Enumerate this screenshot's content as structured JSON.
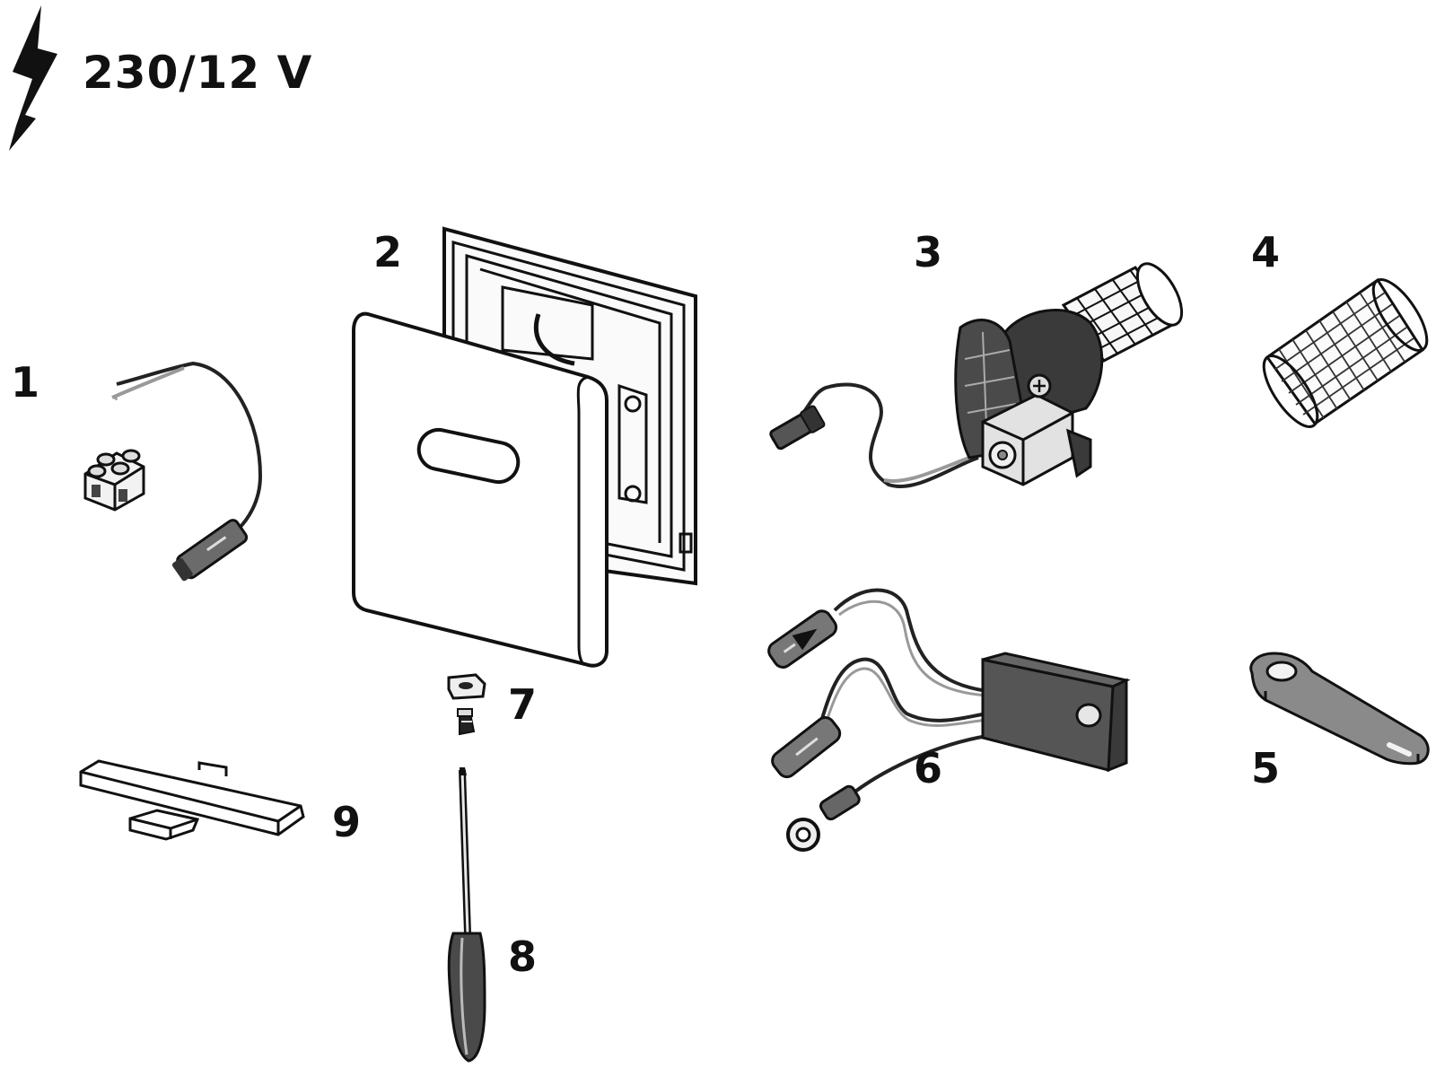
{
  "header": {
    "voltage": "230/12 V",
    "icon": "lightning-bolt-icon"
  },
  "parts": [
    {
      "number": "1",
      "icon": "sensor-cable-with-terminal-block-icon"
    },
    {
      "number": "2",
      "icon": "cover-plate-and-mounting-frame-icon"
    },
    {
      "number": "3",
      "icon": "solenoid-valve-with-strainer-icon"
    },
    {
      "number": "4",
      "icon": "mesh-filter-icon"
    },
    {
      "number": "5",
      "icon": "key-tool-icon"
    },
    {
      "number": "6",
      "icon": "electronic-module-with-cables-icon"
    },
    {
      "number": "7",
      "icon": "screw-and-nut-icon"
    },
    {
      "number": "8",
      "icon": "screwdriver-icon"
    },
    {
      "number": "9",
      "icon": "spacer-strips-icon"
    }
  ]
}
